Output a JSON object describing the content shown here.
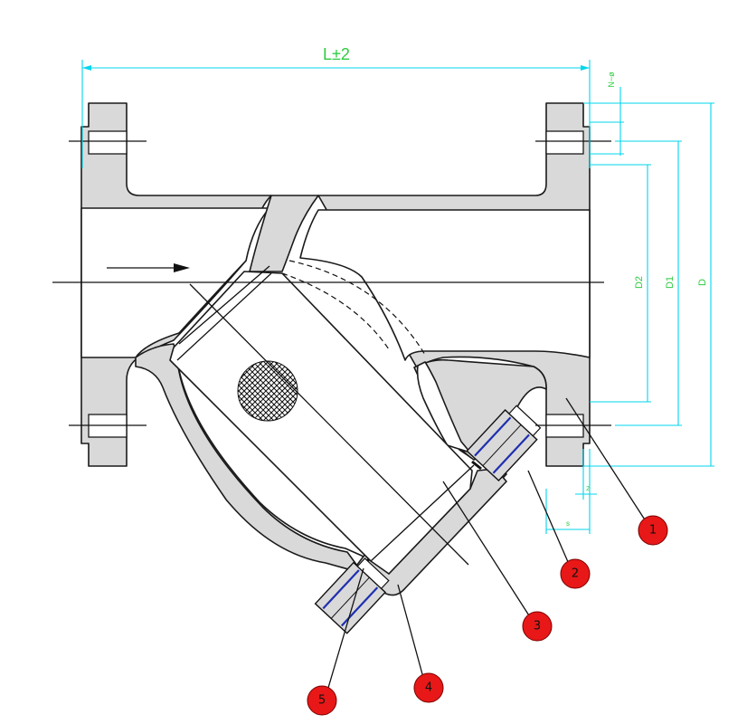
{
  "dimensions": {
    "length_label": "L±2",
    "bolt_holes_label": "N−ø",
    "d2_label": "D2",
    "d1_label": "D1",
    "d_label": "D",
    "s_label": "s",
    "tolerance_label": "2"
  },
  "callouts": [
    {
      "number": "1"
    },
    {
      "number": "2"
    },
    {
      "number": "3"
    },
    {
      "number": "4"
    },
    {
      "number": "5"
    }
  ],
  "colors": {
    "body": "#d9d9d9",
    "dimension_line": "#00d6ee",
    "dimension_text": "#2ecc40",
    "callout": "#e81818",
    "bolt": "#1f2fb0"
  }
}
